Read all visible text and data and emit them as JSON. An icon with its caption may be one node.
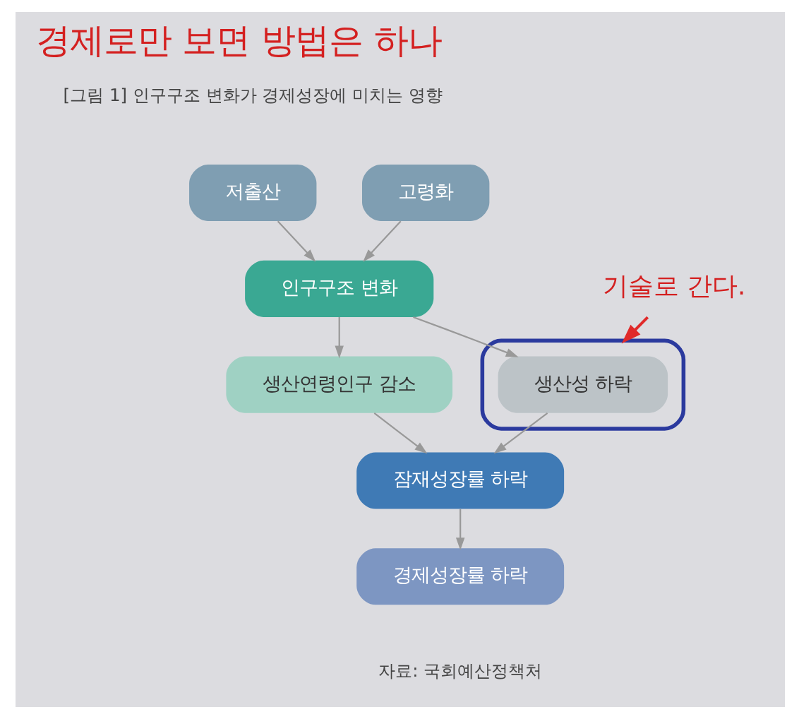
{
  "diagram": {
    "title": "경제로만 보면 방법은 하나",
    "nodes": [
      {
        "text": [
          "저출산"
        ]
      },
      {
        "text": [
          "고령화"
        ]
      },
      {
        "text": [
          "인구구조 변화"
        ]
      },
      {
        "text": [
          "기술로 간다."
        ]
      },
      {
        "text": [
          "생산연령인구 감소"
        ]
      },
      {
        "text": [],
        "shape": "box"
      },
      {
        "text": [
          "생산성 하락"
        ],
        "in": 5
      },
      {
        "text": [
          "잠재성장률 하락"
        ]
      },
      {
        "text": [
          "경제성장률 하락"
        ]
      }
    ],
    "edges": [
      {
        "from": 0,
        "to": 2,
        "arrow": "to"
      },
      {
        "from": 1,
        "to": 2,
        "arrow": "to"
      },
      {
        "from": 2,
        "to": 4,
        "arrow": "to"
      },
      {
        "from": 2,
        "to": 6,
        "arrow": "to"
      },
      {
        "from": 3,
        "to": 5,
        "arrow": "to",
        "color": "#e02a2a"
      },
      {
        "from": 4,
        "to": 7,
        "arrow": "to"
      },
      {
        "from": 6,
        "to": 7,
        "arrow": "to"
      },
      {
        "from": 7,
        "to": 8,
        "arrow": "to"
      }
    ],
    "labels": [
      "[그림 1] 인구구조 변화가 경제성장에 미치는 영향",
      "자료: 국회예산정책처"
    ]
  }
}
